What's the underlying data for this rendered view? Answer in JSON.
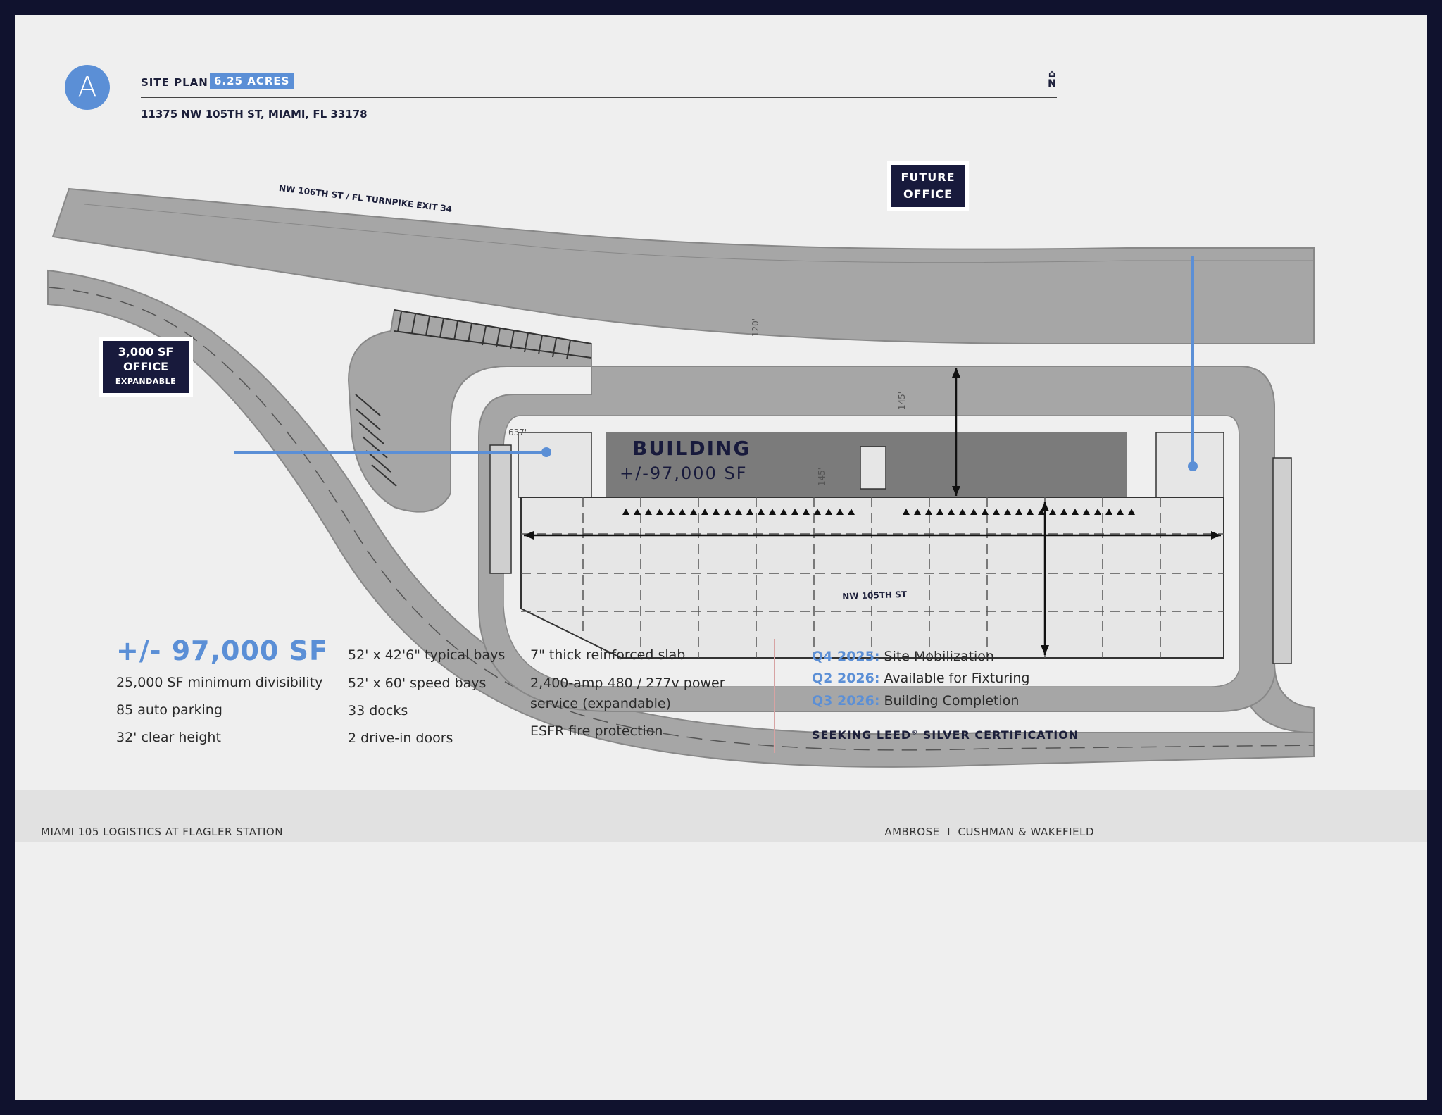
{
  "header": {
    "logo_letter": "A",
    "title": "SITE PLAN",
    "acres": "6.25 ACRES",
    "address": "11375 NW 105TH ST, MIAMI, FL 33178",
    "north_symbol": "⌂",
    "north_label": "N"
  },
  "plan": {
    "roads": {
      "north": "NW 106TH ST / FL TURNPIKE EXIT 34",
      "south": "NW 105TH ST"
    },
    "building": {
      "title": "BUILDING",
      "area": "+/-97,000 SF",
      "dim_length": "637'",
      "dim_depth": "145'",
      "dim_truck_court": "120'",
      "dim_side": "145'"
    },
    "callouts": {
      "office_line1": "3,000 SF",
      "office_line2": "OFFICE",
      "office_line3": "EXPANDABLE",
      "future_line1": "FUTURE",
      "future_line2": "OFFICE"
    },
    "colors": {
      "road": "#a6a6a6",
      "building": "#e6e6e6",
      "truck_court": "#7b7b7b",
      "accent": "#5b8fd6",
      "navy": "#181a3c"
    }
  },
  "specs": {
    "total_sf": "+/- 97,000 SF",
    "col1": [
      "25,000 SF minimum divisibility",
      "85 auto parking",
      "32' clear height"
    ],
    "col2": [
      "52' x 42'6\" typical bays",
      "52' x 60' speed bays",
      "33 docks",
      "2 drive-in doors"
    ],
    "col3": [
      "7\" thick reinforced slab",
      "2,400-amp 480 / 277v power",
      "service (expandable)",
      "ESFR fire protection"
    ]
  },
  "timeline": [
    {
      "when": "Q4 2025:",
      "what": "Site Mobilization"
    },
    {
      "when": "Q2 2026:",
      "what": "Available for Fixturing"
    },
    {
      "when": "Q3 2026:",
      "what": "Building Completion"
    }
  ],
  "leed": {
    "pre": "SEEKING LEED",
    "mark": "®",
    "post": " SILVER CERTIFICATION"
  },
  "footer": {
    "left": "MIAMI 105 LOGISTICS AT FLAGLER STATION",
    "right": "AMBROSE  I  CUSHMAN & WAKEFIELD"
  }
}
